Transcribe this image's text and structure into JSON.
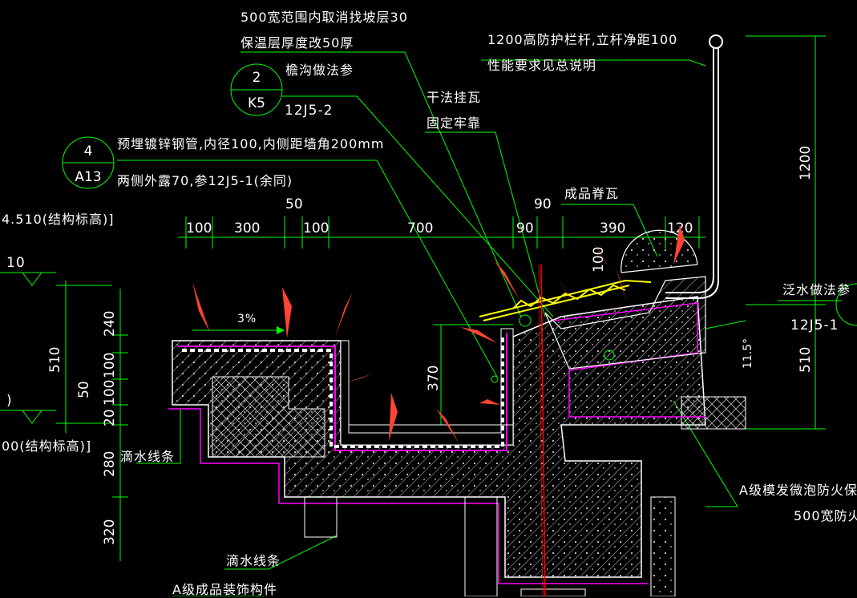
{
  "notes": {
    "scope_line1": "500宽范围内取消找坡层30",
    "scope_line2": "保温层厚度改50厚",
    "gutter_ref": "檐沟做法参",
    "gutter_ref_code": "12J5-2",
    "railing_line1": "1200高防护栏杆,立杆净距100",
    "railing_line2": "性能要求见总说明",
    "dry_tile_line1": "干法挂瓦",
    "dry_tile_line2": "固定牢靠",
    "ridge_tile": "成品脊瓦",
    "pipe_line1": "预埋镀锌钢管,内径100,内侧距墙角200mm",
    "pipe_line2": "两侧外露70,参12J5-1(余同)",
    "level_top": "4.510(结构标高)]",
    "level_bottom": "00(结构标高)]",
    "level_10": "10",
    "drip_1": "滴水线条",
    "drip_2": "滴水线条",
    "decor": "A级成品装饰构件",
    "flashing_ref": "泛水做法参",
    "flashing_code": "12J5-1",
    "insulation": "A级模发微泡防火保温",
    "firebreak": "500宽防火",
    "paren": ")",
    "slope_pct": "3%",
    "slope_45": "11.5°"
  },
  "bubbles": [
    {
      "top": "2",
      "bottom": "K5"
    },
    {
      "top": "4",
      "bottom": "A13"
    }
  ],
  "dims_horizontal": [
    "100",
    "300",
    "100",
    "700",
    "90",
    "390",
    "120",
    "50",
    "90"
  ],
  "dims_vertical": [
    "510",
    "240",
    "100",
    "50",
    "100",
    "20",
    "280",
    "320",
    "370",
    "100",
    "1200",
    "510"
  ],
  "colors": {
    "background": "#000000",
    "leader": "#00ff00",
    "concrete": "#ffffff",
    "membrane": "#ff00ff",
    "tile": "#ffff00",
    "axis": "#ff0000",
    "arrow": "#ff4433",
    "text": "#ffffff"
  }
}
